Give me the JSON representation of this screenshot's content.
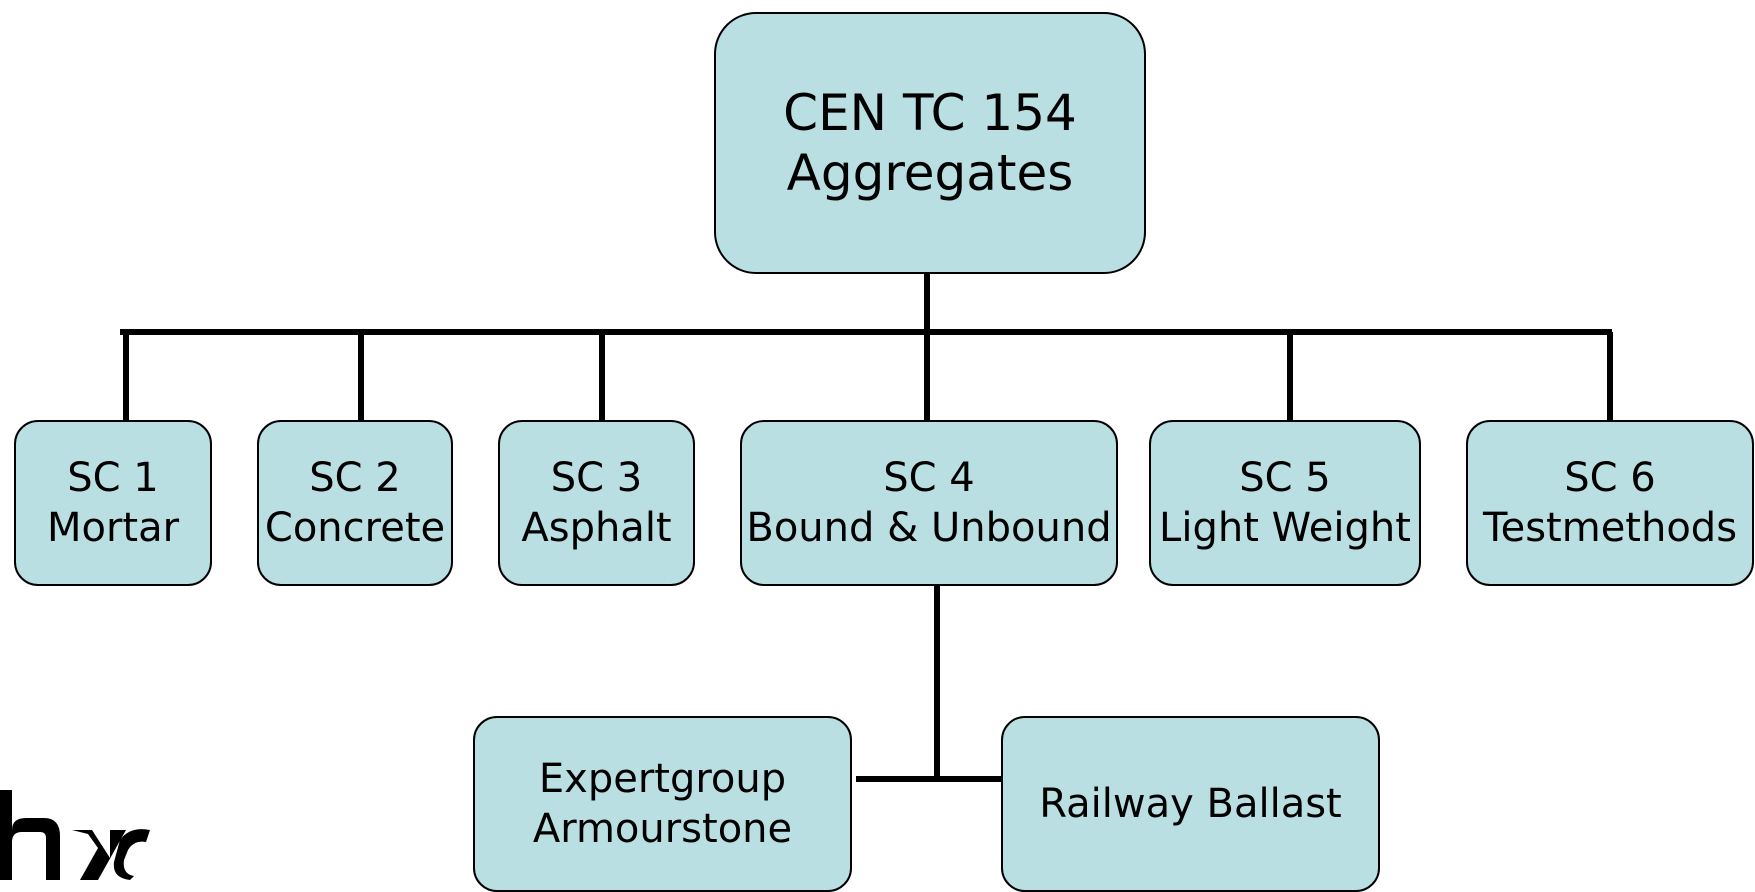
{
  "diagram": {
    "root": {
      "line1": "CEN TC 154",
      "line2": "Aggregates"
    },
    "subcommittees": [
      {
        "line1": "SC 1",
        "line2": "Mortar"
      },
      {
        "line1": "SC 2",
        "line2": "Concrete"
      },
      {
        "line1": "SC 3",
        "line2": "Asphalt"
      },
      {
        "line1": "SC 4",
        "line2": "Bound & Unbound"
      },
      {
        "line1": "SC 5",
        "line2": "Light Weight"
      },
      {
        "line1": "SC 6",
        "line2": "Testmethods"
      }
    ],
    "sc4_children": [
      {
        "line1": "Expertgroup",
        "line2": "Armourstone"
      },
      {
        "line1": "Railway Ballast"
      }
    ]
  },
  "colors": {
    "node_fill": "#badfe3",
    "line": "#000000"
  },
  "logo": {
    "name": "organization-logo"
  }
}
